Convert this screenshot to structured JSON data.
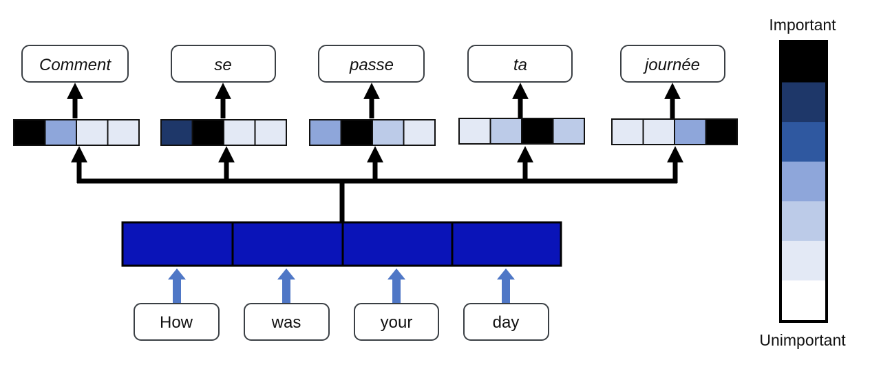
{
  "diagram": {
    "output_words": [
      "Comment",
      "se",
      "passe",
      "ta",
      "journée"
    ],
    "input_words": [
      "How",
      "was",
      "your",
      "day"
    ],
    "attention_weights": [
      [
        6,
        3,
        1,
        1
      ],
      [
        5,
        6,
        1,
        1
      ],
      [
        3,
        6,
        2,
        1
      ],
      [
        1,
        2,
        6,
        2
      ],
      [
        1,
        1,
        3,
        6
      ]
    ],
    "legend": {
      "top_label": "Important",
      "bottom_label": "Unimportant",
      "levels": 7
    },
    "colors": {
      "scale": [
        "#ffffff",
        "#e3e9f5",
        "#bccbe8",
        "#8ea6da",
        "#2f58a0",
        "#1e3769",
        "#000000"
      ],
      "encoder": "#0a14b8",
      "input_arrow": "#4f77c6",
      "wire": "#000000"
    }
  }
}
